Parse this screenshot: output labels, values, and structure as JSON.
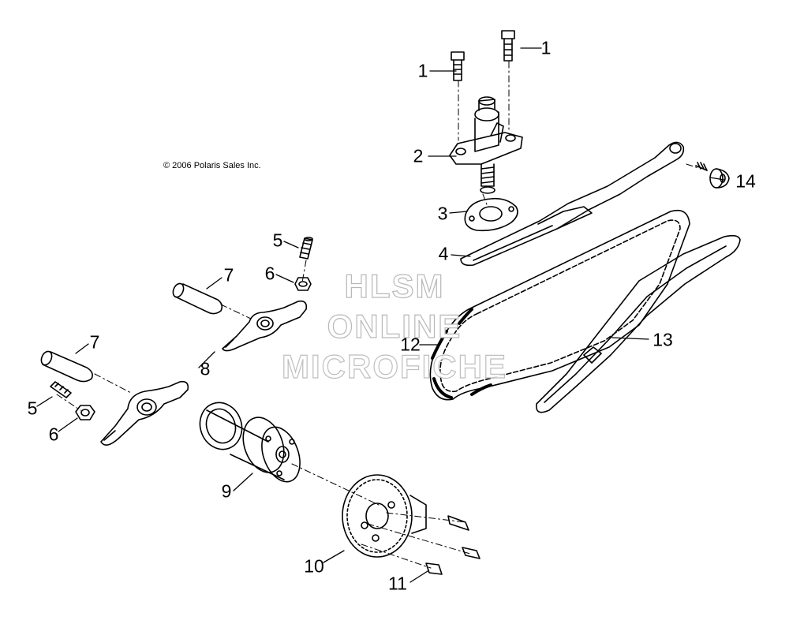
{
  "copyright": "© 2006 Polaris Sales Inc.",
  "watermark": {
    "line1": "HLSM",
    "line2": "ONLINE",
    "line3": "MICROFICHE"
  },
  "callouts": {
    "c1a": "1",
    "c1b": "1",
    "c2": "2",
    "c3": "3",
    "c4": "4",
    "c5a": "5",
    "c5b": "5",
    "c6a": "6",
    "c6b": "6",
    "c7a": "7",
    "c7b": "7",
    "c8": "8",
    "c9": "9",
    "c10": "10",
    "c11": "11",
    "c12": "12",
    "c13": "13",
    "c14": "14"
  }
}
